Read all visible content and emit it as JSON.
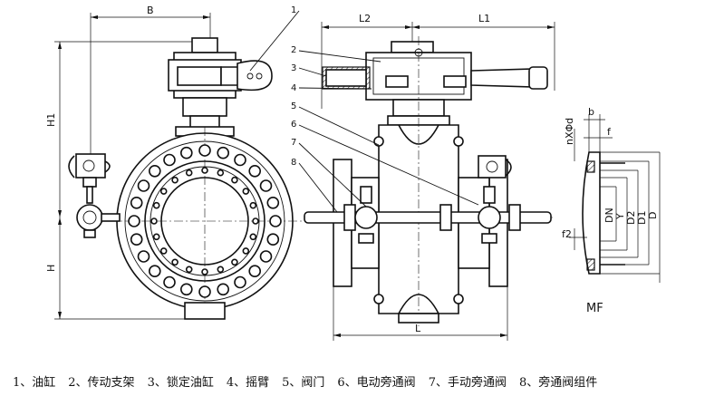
{
  "dimensions": {
    "B": "B",
    "H1": "H1",
    "H": "H",
    "L2": "L2",
    "L1": "L1",
    "L": "L",
    "b": "b",
    "f": "f",
    "nxd": "nXΦd",
    "f2": "f2",
    "DN": "DN",
    "Y": "Y",
    "D2": "D2",
    "D1": "D1",
    "D": "D"
  },
  "callouts": [
    "1",
    "2",
    "3",
    "4",
    "5",
    "6",
    "7",
    "8"
  ],
  "detail_label": "MF",
  "legend": [
    "1、油缸",
    "2、传动支架",
    "3、锁定油缸",
    "4、摇臂",
    "5、阀门",
    "6、电动旁通阀",
    "7、手动旁通阀",
    "8、旁通阀组件"
  ]
}
